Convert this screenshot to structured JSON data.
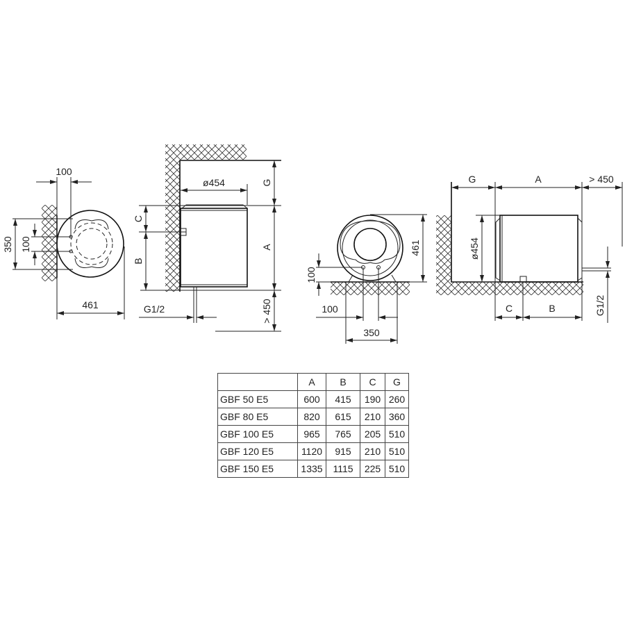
{
  "views": {
    "front_wall": {
      "top": "100",
      "height": "350",
      "inner": "100",
      "width": "461"
    },
    "side_vertical": {
      "diameter": "ø454",
      "g": "G",
      "a": "A",
      "clearance": "> 450",
      "c": "C",
      "b": "B",
      "thread": "G1/2"
    },
    "front_floor": {
      "height": "461",
      "outlet_height": "100",
      "outlet_spacing": "100",
      "feet": "350"
    },
    "side_horizontal": {
      "g": "G",
      "a": "A",
      "clearance": "> 450",
      "diameter": "ø454",
      "c": "C",
      "b": "B",
      "thread": "G1/2"
    }
  },
  "table": {
    "headers": [
      "",
      "A",
      "B",
      "C",
      "G"
    ],
    "rows": [
      [
        "GBF 50 E5",
        "600",
        "415",
        "190",
        "260"
      ],
      [
        "GBF 80 E5",
        "820",
        "615",
        "210",
        "360"
      ],
      [
        "GBF 100 E5",
        "965",
        "765",
        "205",
        "510"
      ],
      [
        "GBF 120 E5",
        "1120",
        "915",
        "210",
        "510"
      ],
      [
        "GBF 150 E5",
        "1335",
        "1115",
        "225",
        "510"
      ]
    ]
  }
}
